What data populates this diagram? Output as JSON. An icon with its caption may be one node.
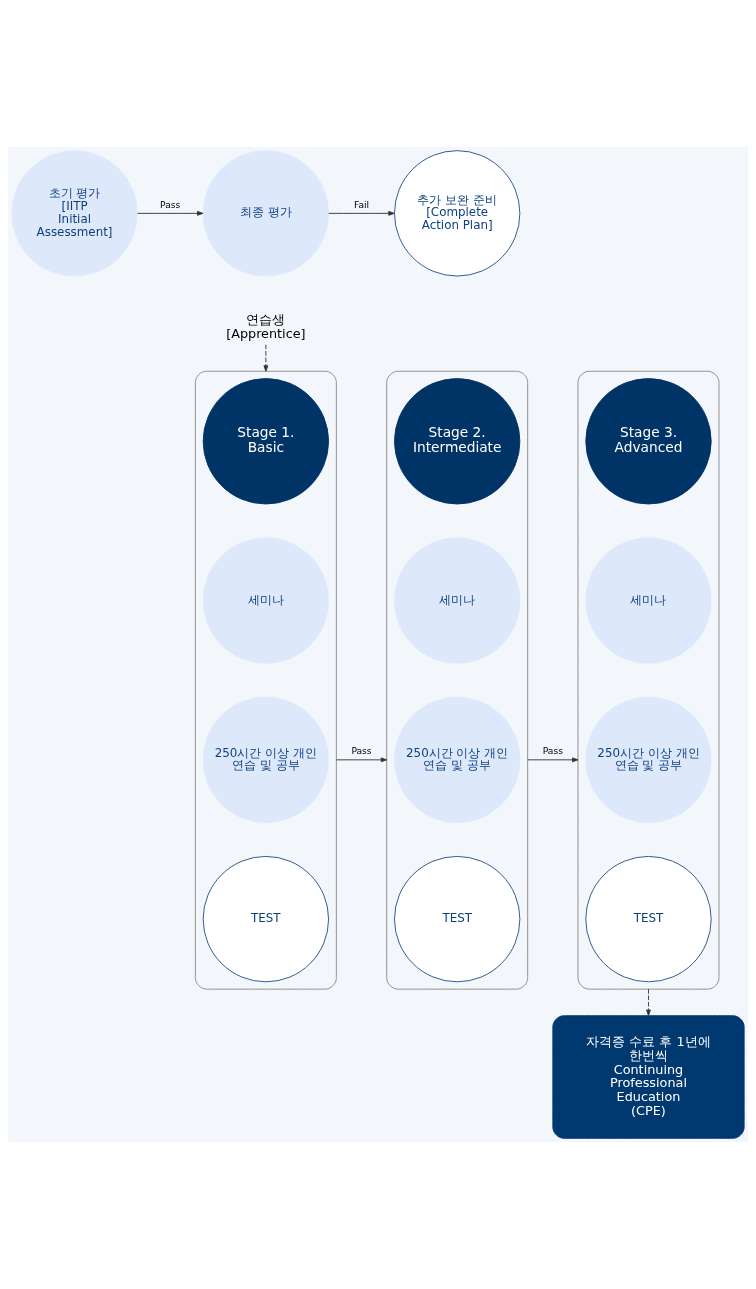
{
  "diagram": {
    "nodes": [
      {
        "text": [
          "초기 평가",
          "[IITP Initial Assessment]"
        ]
      },
      {
        "text": [
          "최종 평가"
        ]
      },
      {
        "text": [
          "추가 보완 준비",
          "[Complete Action Plan]"
        ]
      },
      {
        "text": [
          "연습생",
          "[Apprentice]"
        ]
      },
      {
        "text": [],
        "shape": "box"
      },
      {
        "text": [
          "Stage 1.",
          "Basic"
        ],
        "in": 4
      },
      {
        "text": [
          "세미나"
        ],
        "in": 4
      },
      {
        "text": [
          "250시간 이상 개인 연습 및 공부"
        ],
        "in": 4
      },
      {
        "text": [
          "TEST"
        ],
        "in": 4
      },
      {
        "text": [],
        "shape": "box"
      },
      {
        "text": [
          "Stage 2.",
          "Intermediate"
        ],
        "in": 9
      },
      {
        "text": [
          "세미나"
        ],
        "in": 9
      },
      {
        "text": [
          "250시간 이상 개인 연습 및 공부"
        ],
        "in": 9
      },
      {
        "text": [
          "TEST"
        ],
        "in": 9
      },
      {
        "text": [],
        "shape": "box"
      },
      {
        "text": [
          "Stage 3.",
          "Advanced"
        ],
        "in": 14
      },
      {
        "text": [
          "세미나"
        ],
        "in": 14
      },
      {
        "text": [
          "250시간 이상 개인 연습 및 공부"
        ],
        "in": 14
      },
      {
        "text": [
          "TEST"
        ],
        "in": 14
      },
      {
        "text": [
          "자격증 수료 후 1년에 한번씩 Continuing Professional Education (CPE)"
        ]
      }
    ],
    "edges": [
      {
        "from": 0,
        "to": 1,
        "arrow": "to",
        "label": "Pass"
      },
      {
        "from": 1,
        "to": 2,
        "arrow": "to",
        "label": "Fail"
      },
      {
        "from": 3,
        "to": 4,
        "arrow": "to",
        "style": "dashed"
      },
      {
        "from": 4,
        "to": 9,
        "arrow": "to",
        "label": "Pass"
      },
      {
        "from": 9,
        "to": 14,
        "arrow": "to",
        "label": "Pass"
      },
      {
        "from": 14,
        "to": 19,
        "arrow": "to",
        "style": "dashed"
      }
    ]
  }
}
